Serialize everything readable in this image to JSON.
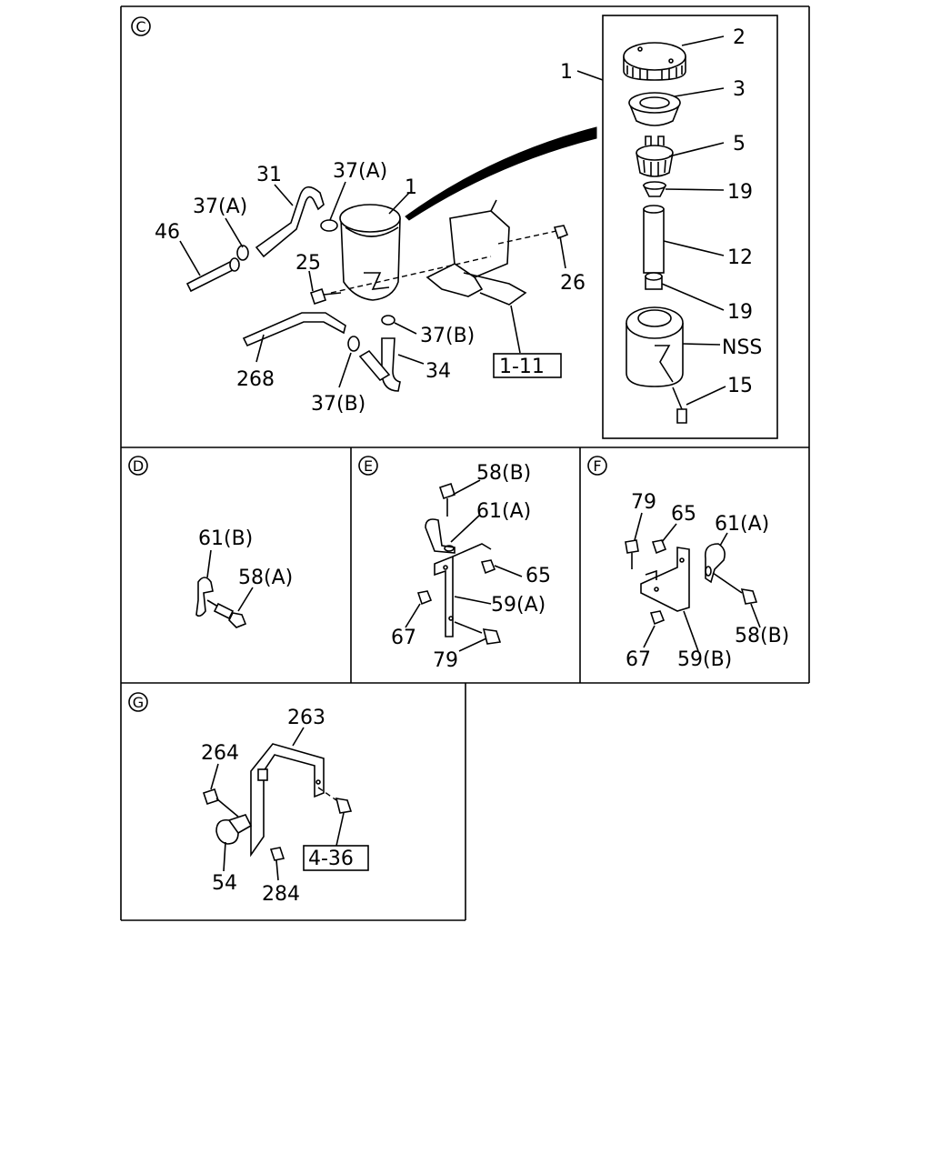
{
  "sections": {
    "c": "C",
    "d": "D",
    "e": "E",
    "f": "F",
    "g": "G"
  },
  "labels": {
    "c_1_inset": "1",
    "c_2": "2",
    "c_3": "3",
    "c_5": "5",
    "c_19_top": "19",
    "c_12": "12",
    "c_19_bottom": "19",
    "c_nss": "NSS",
    "c_15": "15",
    "c_31": "31",
    "c_37a_top": "37(A)",
    "c_1_tank": "1",
    "c_37a_left": "37(A)",
    "c_46": "46",
    "c_25": "25",
    "c_26": "26",
    "c_37b_right": "37(B)",
    "c_34": "34",
    "c_268": "268",
    "c_37b_bottom": "37(B)",
    "c_ref_111": "1-11",
    "d_61b": "61(B)",
    "d_58a": "58(A)",
    "e_58b": "58(B)",
    "e_61a": "61(A)",
    "e_65": "65",
    "e_59a": "59(A)",
    "e_67": "67",
    "e_79": "79",
    "f_79": "79",
    "f_65": "65",
    "f_61a": "61(A)",
    "f_58b": "58(B)",
    "f_67": "67",
    "f_59b": "59(B)",
    "g_263": "263",
    "g_264": "264",
    "g_54": "54",
    "g_284": "284",
    "g_ref_436": "4-36"
  }
}
